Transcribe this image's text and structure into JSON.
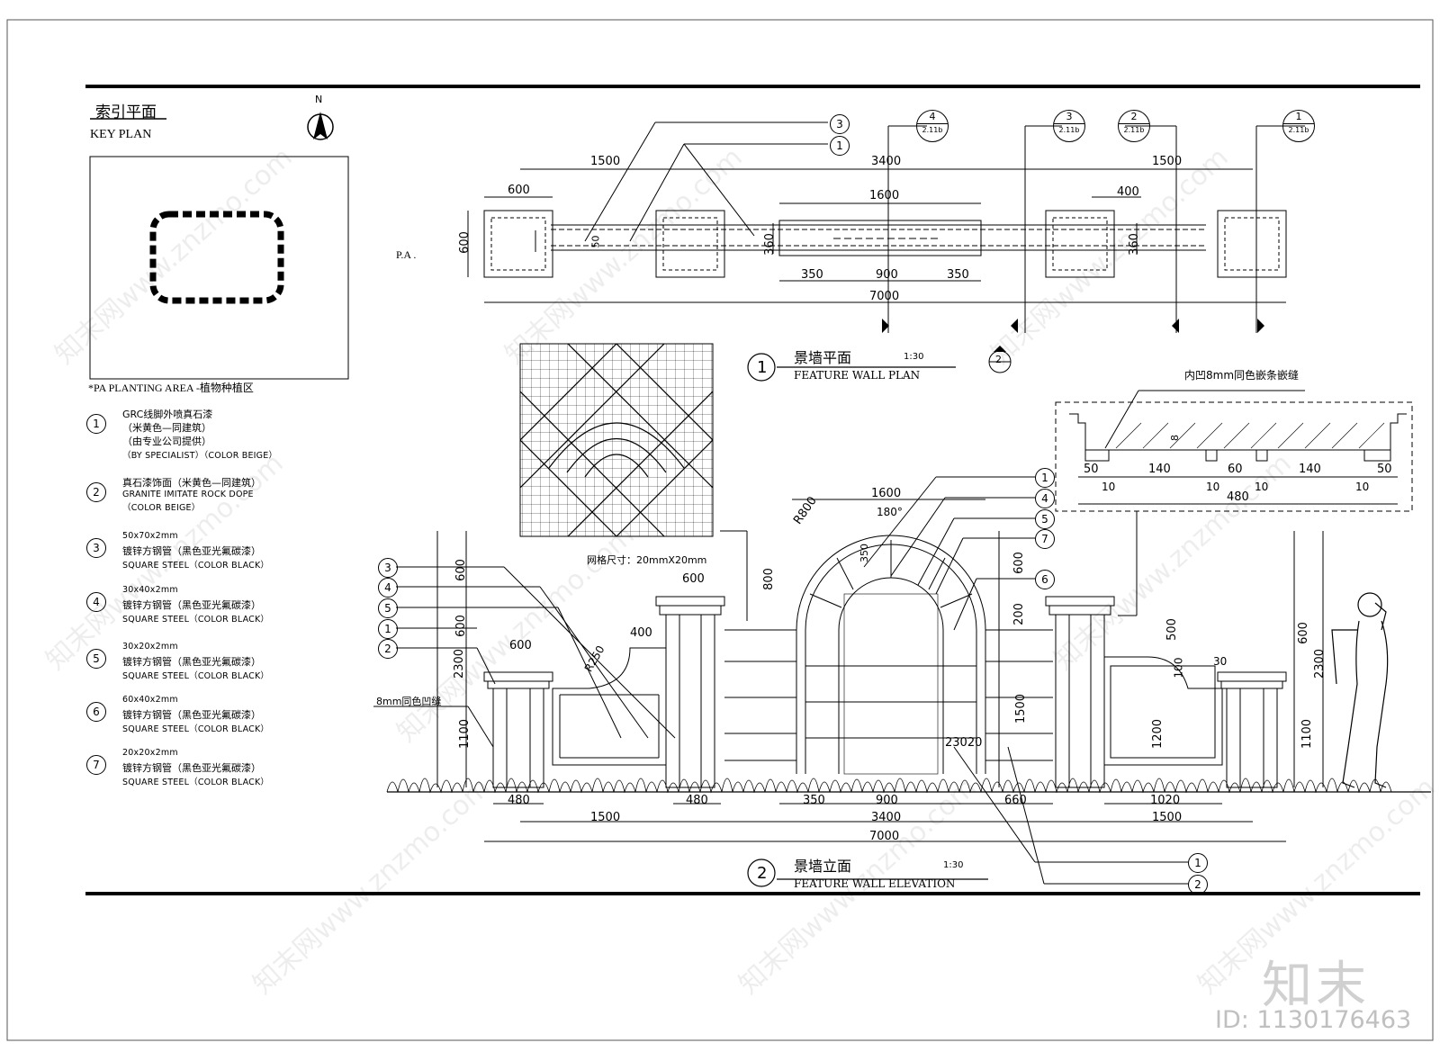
{
  "key_plan": {
    "title": "索引平面",
    "subtitle": "KEY PLAN",
    "pa_label": "*PA   PLANTING AREA -植物种植区"
  },
  "legend": [
    {
      "num": "1",
      "lines": [
        "GRC线脚外喷真石漆",
        "（米黄色—同建筑）",
        "（由专业公司提供）",
        "（BY SPECIALIST）（COLOR BEIGE）"
      ]
    },
    {
      "num": "2",
      "lines": [
        "真石漆饰面（米黄色—同建筑）",
        "GRANITE IMITATE ROCK DOPE",
        "（COLOR BEIGE）"
      ]
    },
    {
      "num": "3",
      "lines": [
        "50x70x2mm",
        "镀锌方钢管（黑色亚光氟碳漆）",
        "SQUARE STEEL（COLOR BLACK）"
      ]
    },
    {
      "num": "4",
      "lines": [
        "30x40x2mm",
        "镀锌方钢管（黑色亚光氟碳漆）",
        "SQUARE STEEL（COLOR BLACK）"
      ]
    },
    {
      "num": "5",
      "lines": [
        "30x20x2mm",
        "镀锌方钢管（黑色亚光氟碳漆）",
        "SQUARE STEEL（COLOR BLACK）"
      ]
    },
    {
      "num": "6",
      "lines": [
        "60x40x2mm",
        "镀锌方钢管（黑色亚光氟碳漆）",
        "SQUARE STEEL（COLOR BLACK）"
      ]
    },
    {
      "num": "7",
      "lines": [
        "20x20x2mm",
        "镀锌方钢管（黑色亚光氟碳漆）",
        "SQUARE STEEL（COLOR BLACK）"
      ]
    }
  ],
  "north_label": "N",
  "plan": {
    "pa": "P.A .",
    "title_cn": "景墙平面",
    "title_en": "FEATURE WALL PLAN",
    "scale": "1:30",
    "num": "1",
    "dims": {
      "d1500a": "1500",
      "d3400": "3400",
      "d1500b": "1500",
      "d600": "600",
      "d1600": "1600",
      "d400": "400",
      "d600v": "600",
      "d50": "50",
      "d360a": "360",
      "d360b": "360",
      "d350a": "350",
      "d900": "900",
      "d350b": "350",
      "d7000": "7000"
    },
    "callouts": [
      "3",
      "1"
    ],
    "sections": [
      {
        "num": "4",
        "ref": "2.11b"
      },
      {
        "num": "3",
        "ref": "2.11b"
      },
      {
        "num": "2",
        "ref": "2.11b"
      },
      {
        "num": "1",
        "ref": "2.11b"
      }
    ],
    "section_mark": "2"
  },
  "grid_detail": {
    "label": "网格尺寸：20mmX20mm"
  },
  "detail": {
    "note": "内凹8mm同色嵌条嵌缝",
    "dims": [
      "50",
      "140",
      "60",
      "140",
      "50"
    ],
    "small": [
      "10",
      "10",
      "10",
      "10"
    ],
    "total": "480",
    "d8": "8"
  },
  "elevation": {
    "title_cn": "景墙立面",
    "title_en": "FEATURE WALL ELEVATION",
    "scale": "1:30",
    "num": "2",
    "left_callouts": [
      "3",
      "4",
      "5",
      "1",
      "2"
    ],
    "groove_note": "8mm同色凹缝",
    "right_callouts": [
      "1",
      "4",
      "5",
      "7",
      "6"
    ],
    "bottom_callouts": [
      "1",
      "2"
    ],
    "dims": {
      "d1600": "1600",
      "d180": "180°",
      "r800": "R800",
      "d350": "350",
      "d600a": "600",
      "d600b": "600",
      "d400": "400",
      "d600c": "600",
      "r250": "R250",
      "d2300l": "2300",
      "d600l1": "600",
      "d600l2": "600",
      "d1100l": "1100",
      "d800": "800",
      "d600r": "600",
      "d200": "200",
      "d1500": "1500",
      "d500": "500",
      "d600rr": "600",
      "d2300r": "2300",
      "d1100r": "1100",
      "d1200": "1200",
      "d100": "100",
      "d30": "30",
      "d23020": "23020",
      "b480a": "480",
      "b480b": "480",
      "b350": "350",
      "b900": "900",
      "b660": "660",
      "b1020": "1020",
      "b1500a": "1500",
      "b3400": "3400",
      "b1500b": "1500",
      "b7000": "7000"
    }
  },
  "watermark": {
    "logo": "知末",
    "id": "ID: 1130176463",
    "repeat": "知末网www.znzmo.com"
  }
}
